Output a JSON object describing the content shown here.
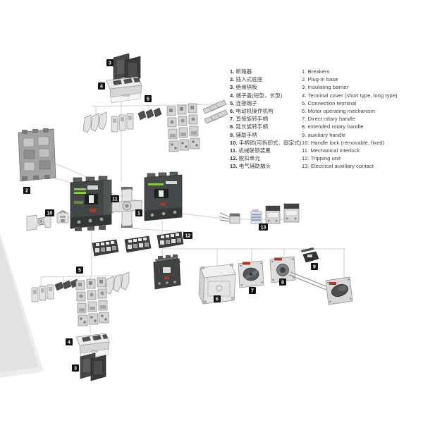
{
  "page": {
    "type": "product-accessory-exploded-diagram",
    "background": "#ffffff"
  },
  "colors": {
    "label_bg": "#141414",
    "label_text": "#ffffff",
    "connector_line": "#cfcfcf",
    "accent_red": "#a8382b",
    "accent_green": "#8dc63f",
    "breaker_case": "#454948",
    "light_part": "#e3e3e3"
  },
  "legend": {
    "items": [
      {
        "num": "1.",
        "zh": "断路器",
        "en": "1. Breakers"
      },
      {
        "num": "2.",
        "zh": "插入式底座",
        "en": "2. Plug-in base"
      },
      {
        "num": "3.",
        "zh": "绝缘隔板",
        "en": "3. Insulating barrier"
      },
      {
        "num": "4.",
        "zh": "端子盖(短型，长型)",
        "en": "4. Terminal cover (short type, long type)"
      },
      {
        "num": "5.",
        "zh": "连接端子",
        "en": "5. Connection terminal"
      },
      {
        "num": "6.",
        "zh": "电动机操作机构",
        "en": "6. Motor operating mechanism"
      },
      {
        "num": "7.",
        "zh": "直接旋转手柄",
        "en": "7. Direct rotary handle"
      },
      {
        "num": "8.",
        "zh": "延长旋转手柄",
        "en": "8. extended rotary handle"
      },
      {
        "num": "9.",
        "zh": "辅助手柄",
        "en": "9. auxiliary handle"
      },
      {
        "num": "10.",
        "zh": "手柄锁(可拆卸式、固定式)",
        "en": "10. Handle lock (removable, fixed)"
      },
      {
        "num": "11.",
        "zh": "机械联锁装置",
        "en": "11. Mechanical interlock"
      },
      {
        "num": "12.",
        "zh": "脱扣单元",
        "en": "12. Tripping unit"
      },
      {
        "num": "13.",
        "zh": "电气辅助触头",
        "en": "13. Electrical auxiliary contact"
      }
    ]
  },
  "diagram": {
    "labels": [
      {
        "id": "insulating-barrier-top",
        "text": "3"
      },
      {
        "id": "terminal-cover-top",
        "text": "4"
      },
      {
        "id": "connection-terminal-top",
        "text": "5"
      },
      {
        "id": "plug-in-base",
        "text": "2"
      },
      {
        "id": "handle-lock",
        "text": "10"
      },
      {
        "id": "mechanical-interlock",
        "text": "11"
      },
      {
        "id": "breaker",
        "text": "1"
      },
      {
        "id": "tripping-unit",
        "text": "12"
      },
      {
        "id": "electrical-aux-contact",
        "text": "13"
      },
      {
        "id": "motor-mechanism",
        "text": "6"
      },
      {
        "id": "direct-rotary-handle",
        "text": "7"
      },
      {
        "id": "extended-rotary-handle",
        "text": "8"
      },
      {
        "id": "auxiliary-handle",
        "text": "9"
      },
      {
        "id": "connection-terminal-bottom",
        "text": "5"
      },
      {
        "id": "terminal-cover-bottom",
        "text": "4"
      },
      {
        "id": "insulating-barrier-bottom",
        "text": "3"
      }
    ]
  }
}
